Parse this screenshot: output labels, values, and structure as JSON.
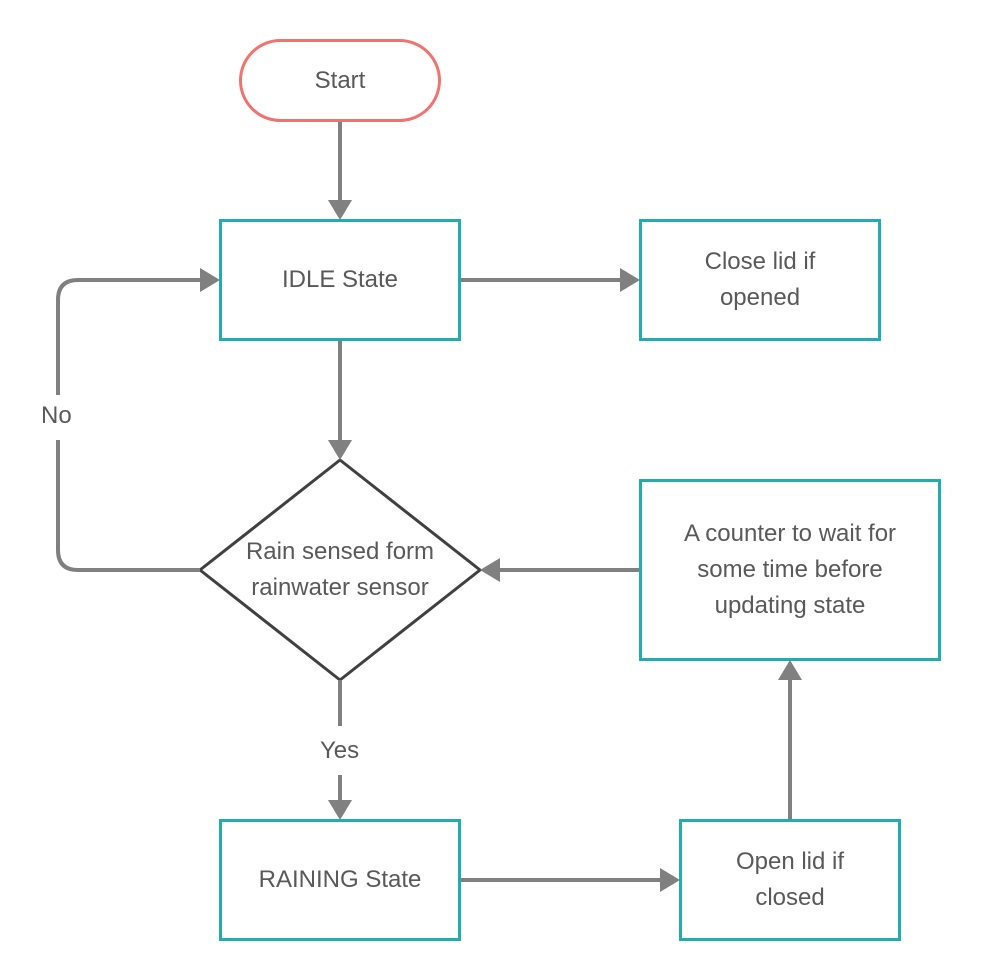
{
  "diagram": {
    "nodes": {
      "start": "Start",
      "idle": "IDLE State",
      "close_lid": "Close lid if\nopened",
      "decision": "Rain sensed form\nrainwater sensor",
      "counter": "A counter to wait for\nsome time before\nupdating state",
      "raining": "RAINING State",
      "open_lid": "Open lid if\nclosed"
    },
    "edge_labels": {
      "no": "No",
      "yes": "Yes"
    },
    "colors": {
      "process_border": "#22adac",
      "terminal_border": "#ee7470",
      "decision_border": "#404040",
      "connector": "#808080",
      "text": "#595959"
    }
  }
}
